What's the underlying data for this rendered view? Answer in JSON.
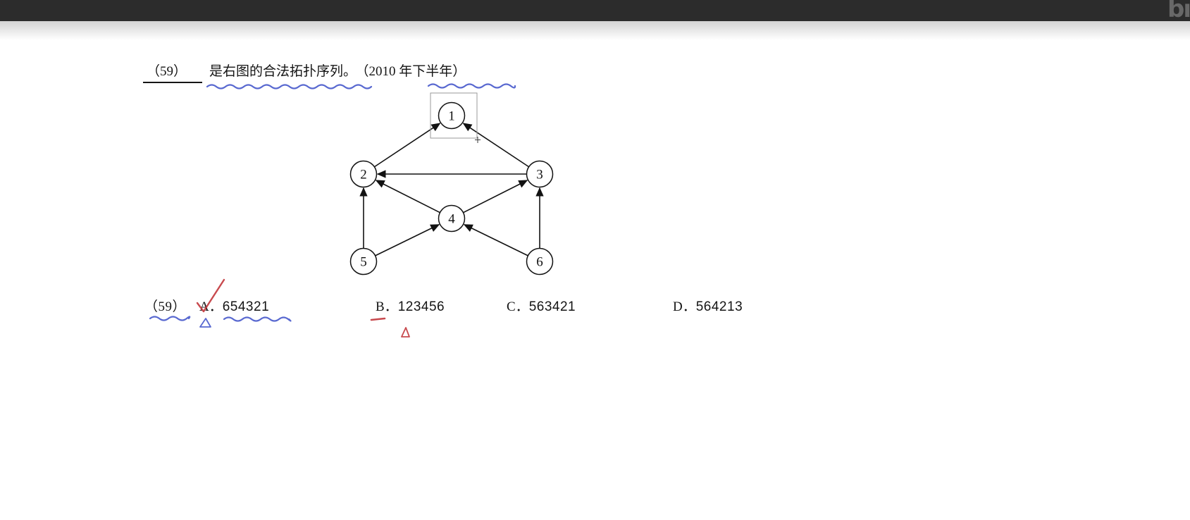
{
  "page": {
    "background": "#ffffff",
    "topbar_color": "#2c2c2c",
    "watermark_text": "bı"
  },
  "question": {
    "number": "（59）",
    "text": "是右图的合法拓扑序列。",
    "source": "（2010 年下半年）"
  },
  "options": {
    "prefix": "（59）",
    "items": [
      {
        "label": "A．",
        "value": "654321"
      },
      {
        "label": "B．",
        "value": "123456"
      },
      {
        "label": "C．",
        "value": "563421"
      },
      {
        "label": "D．",
        "value": "564213"
      }
    ]
  },
  "graph": {
    "type": "directed-graph",
    "selected_node": "1",
    "nodes": [
      {
        "id": "1",
        "label": "1"
      },
      {
        "id": "2",
        "label": "2"
      },
      {
        "id": "3",
        "label": "3"
      },
      {
        "id": "4",
        "label": "4"
      },
      {
        "id": "5",
        "label": "5"
      },
      {
        "id": "6",
        "label": "6"
      }
    ],
    "edges": [
      {
        "from": "2",
        "to": "1"
      },
      {
        "from": "3",
        "to": "1"
      },
      {
        "from": "3",
        "to": "2"
      },
      {
        "from": "4",
        "to": "2"
      },
      {
        "from": "4",
        "to": "3"
      },
      {
        "from": "5",
        "to": "2"
      },
      {
        "from": "5",
        "to": "4"
      },
      {
        "from": "6",
        "to": "3"
      },
      {
        "from": "6",
        "to": "4"
      }
    ]
  },
  "annotations": {
    "ink_blue": "#3b4ec8",
    "ink_red": "#c2363b",
    "marks": [
      "wavy-underline-question-text",
      "wavy-underline-question-source",
      "wavy-underline-options-number",
      "wavy-underline-after-option-a",
      "blue-triangle-near-option-a",
      "red-checkmark-on-option-a",
      "red-dash-under-option-b",
      "red-triangle-under-option-b"
    ]
  }
}
